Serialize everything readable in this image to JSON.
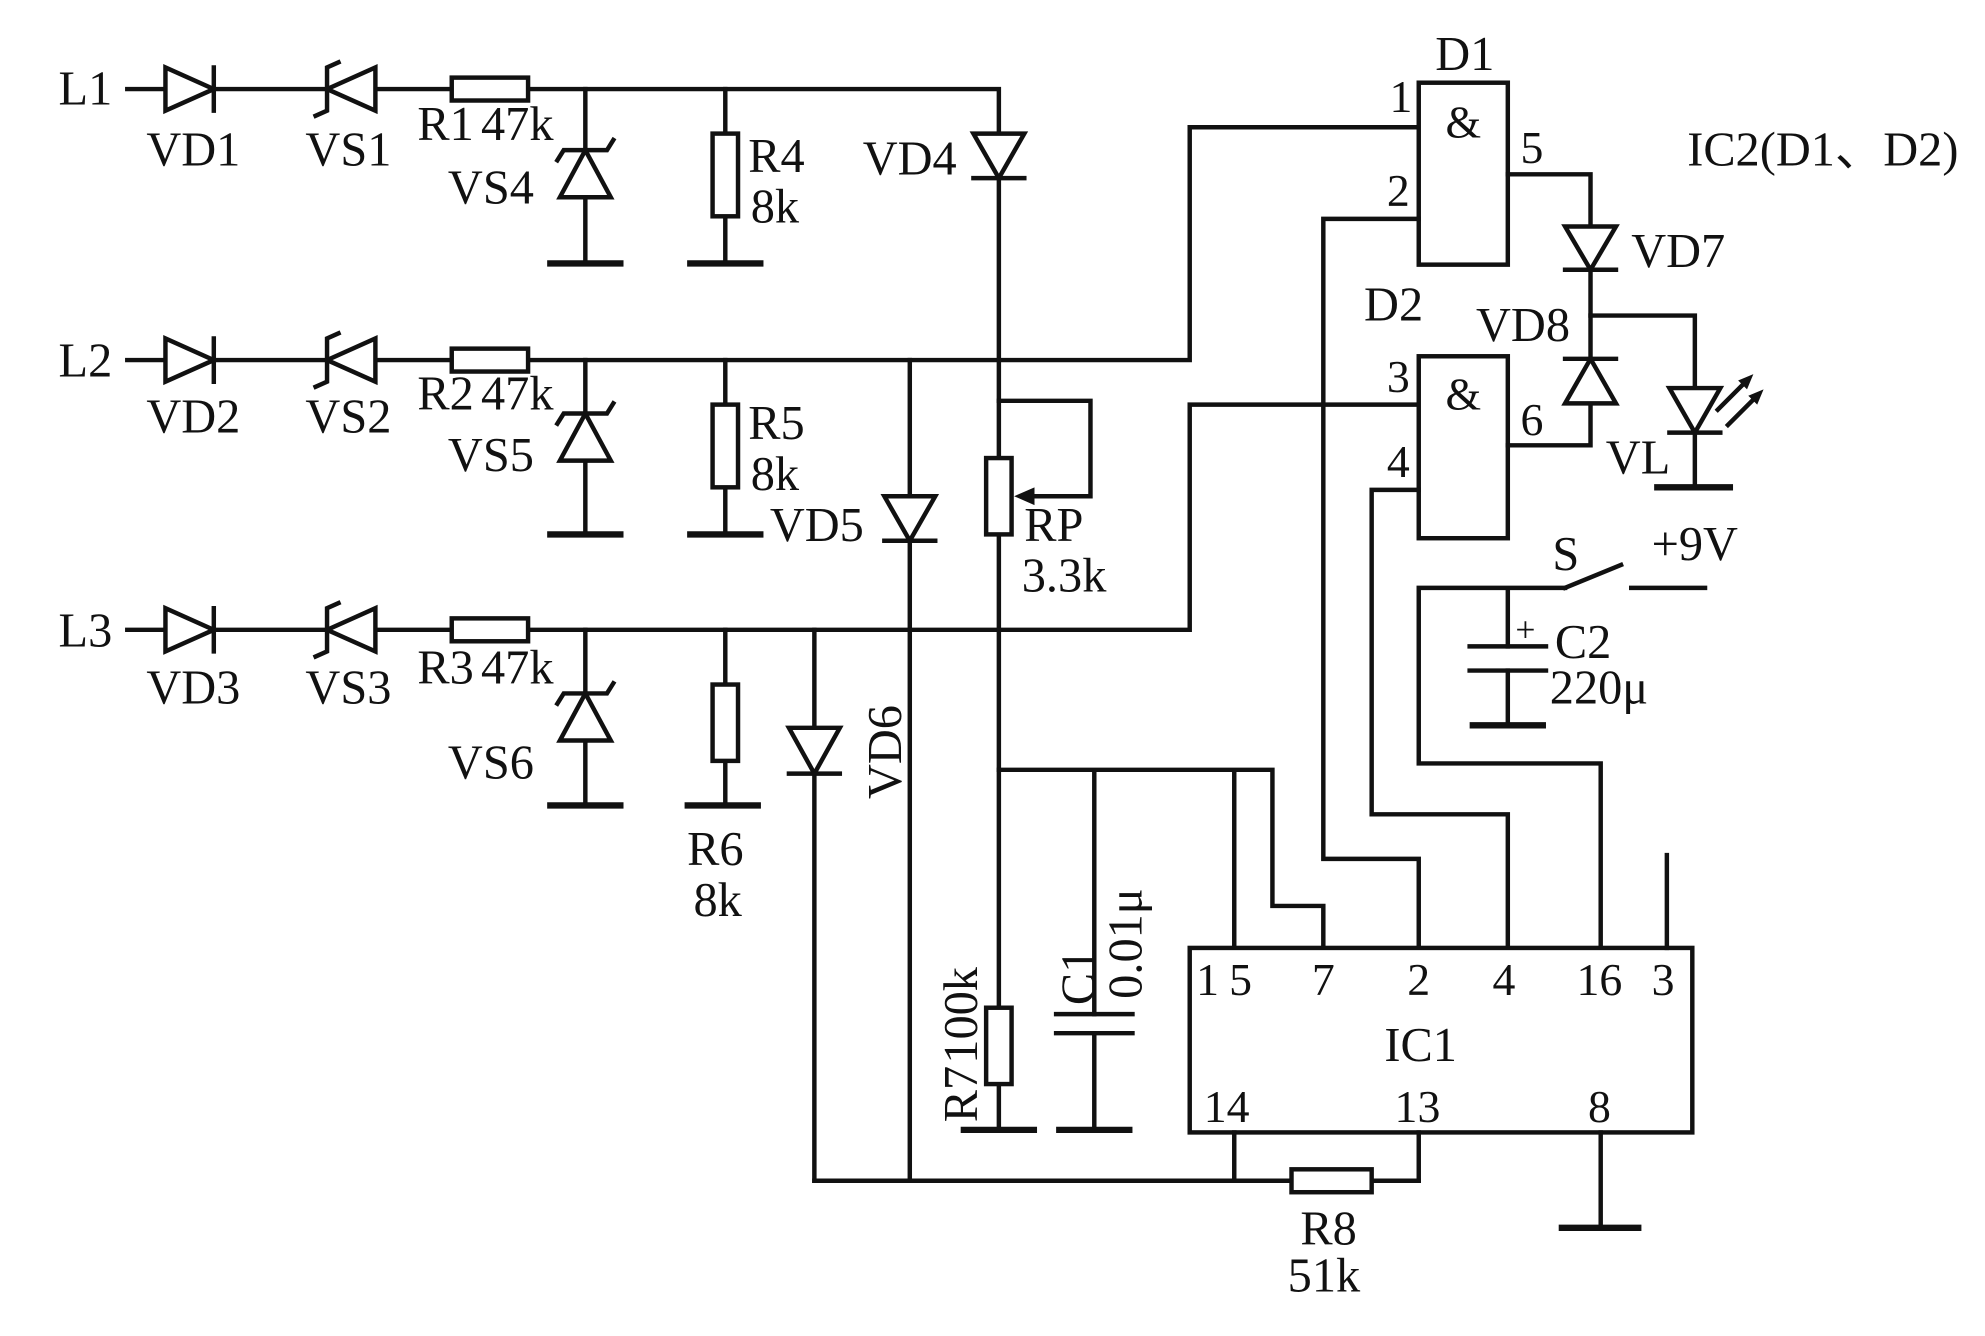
{
  "inputs": {
    "l1": "L1",
    "l2": "L2",
    "l3": "L3"
  },
  "diodes": {
    "vd1": "VD1",
    "vd2": "VD2",
    "vd3": "VD3",
    "vd4": "VD4",
    "vd5": "VD5",
    "vd6": "VD6",
    "vd7": "VD7",
    "vd8": "VD8"
  },
  "zeners": {
    "vs1": "VS1",
    "vs2": "VS2",
    "vs3": "VS3",
    "vs4": "VS4",
    "vs5": "VS5",
    "vs6": "VS6"
  },
  "resistors": {
    "r1": {
      "name": "R1",
      "value": "47k"
    },
    "r2": {
      "name": "R2",
      "value": "47k"
    },
    "r3": {
      "name": "R3",
      "value": "47k"
    },
    "r4": {
      "name": "R4",
      "value": "8k"
    },
    "r5": {
      "name": "R5",
      "value": "8k"
    },
    "r6": {
      "name": "R6",
      "value": "8k"
    },
    "r7": {
      "name": "R7",
      "value": "100k"
    },
    "r8": {
      "name": "R8",
      "value": "51k"
    }
  },
  "potentiometer": {
    "name": "RP",
    "value": "3.3k"
  },
  "capacitors": {
    "c1": {
      "name": "C1",
      "value": "0.01μ"
    },
    "c2": {
      "name": "C2",
      "value": "220μ",
      "polarity": "+"
    }
  },
  "led": {
    "name": "VL"
  },
  "switch": {
    "name": "S"
  },
  "supply": {
    "label": "+9V"
  },
  "ic2": {
    "label": "IC2(D1、D2)",
    "d1": {
      "name": "D1",
      "symbol": "&",
      "pins": [
        "1",
        "2",
        "5"
      ]
    },
    "d2": {
      "name": "D2",
      "symbol": "&",
      "pins": [
        "3",
        "4",
        "6"
      ]
    }
  },
  "ic1": {
    "name": "IC1",
    "pins_top": [
      "1",
      "5",
      "7",
      "2",
      "4",
      "16",
      "3"
    ],
    "pins_bottom": [
      "14",
      "13",
      "8"
    ]
  }
}
